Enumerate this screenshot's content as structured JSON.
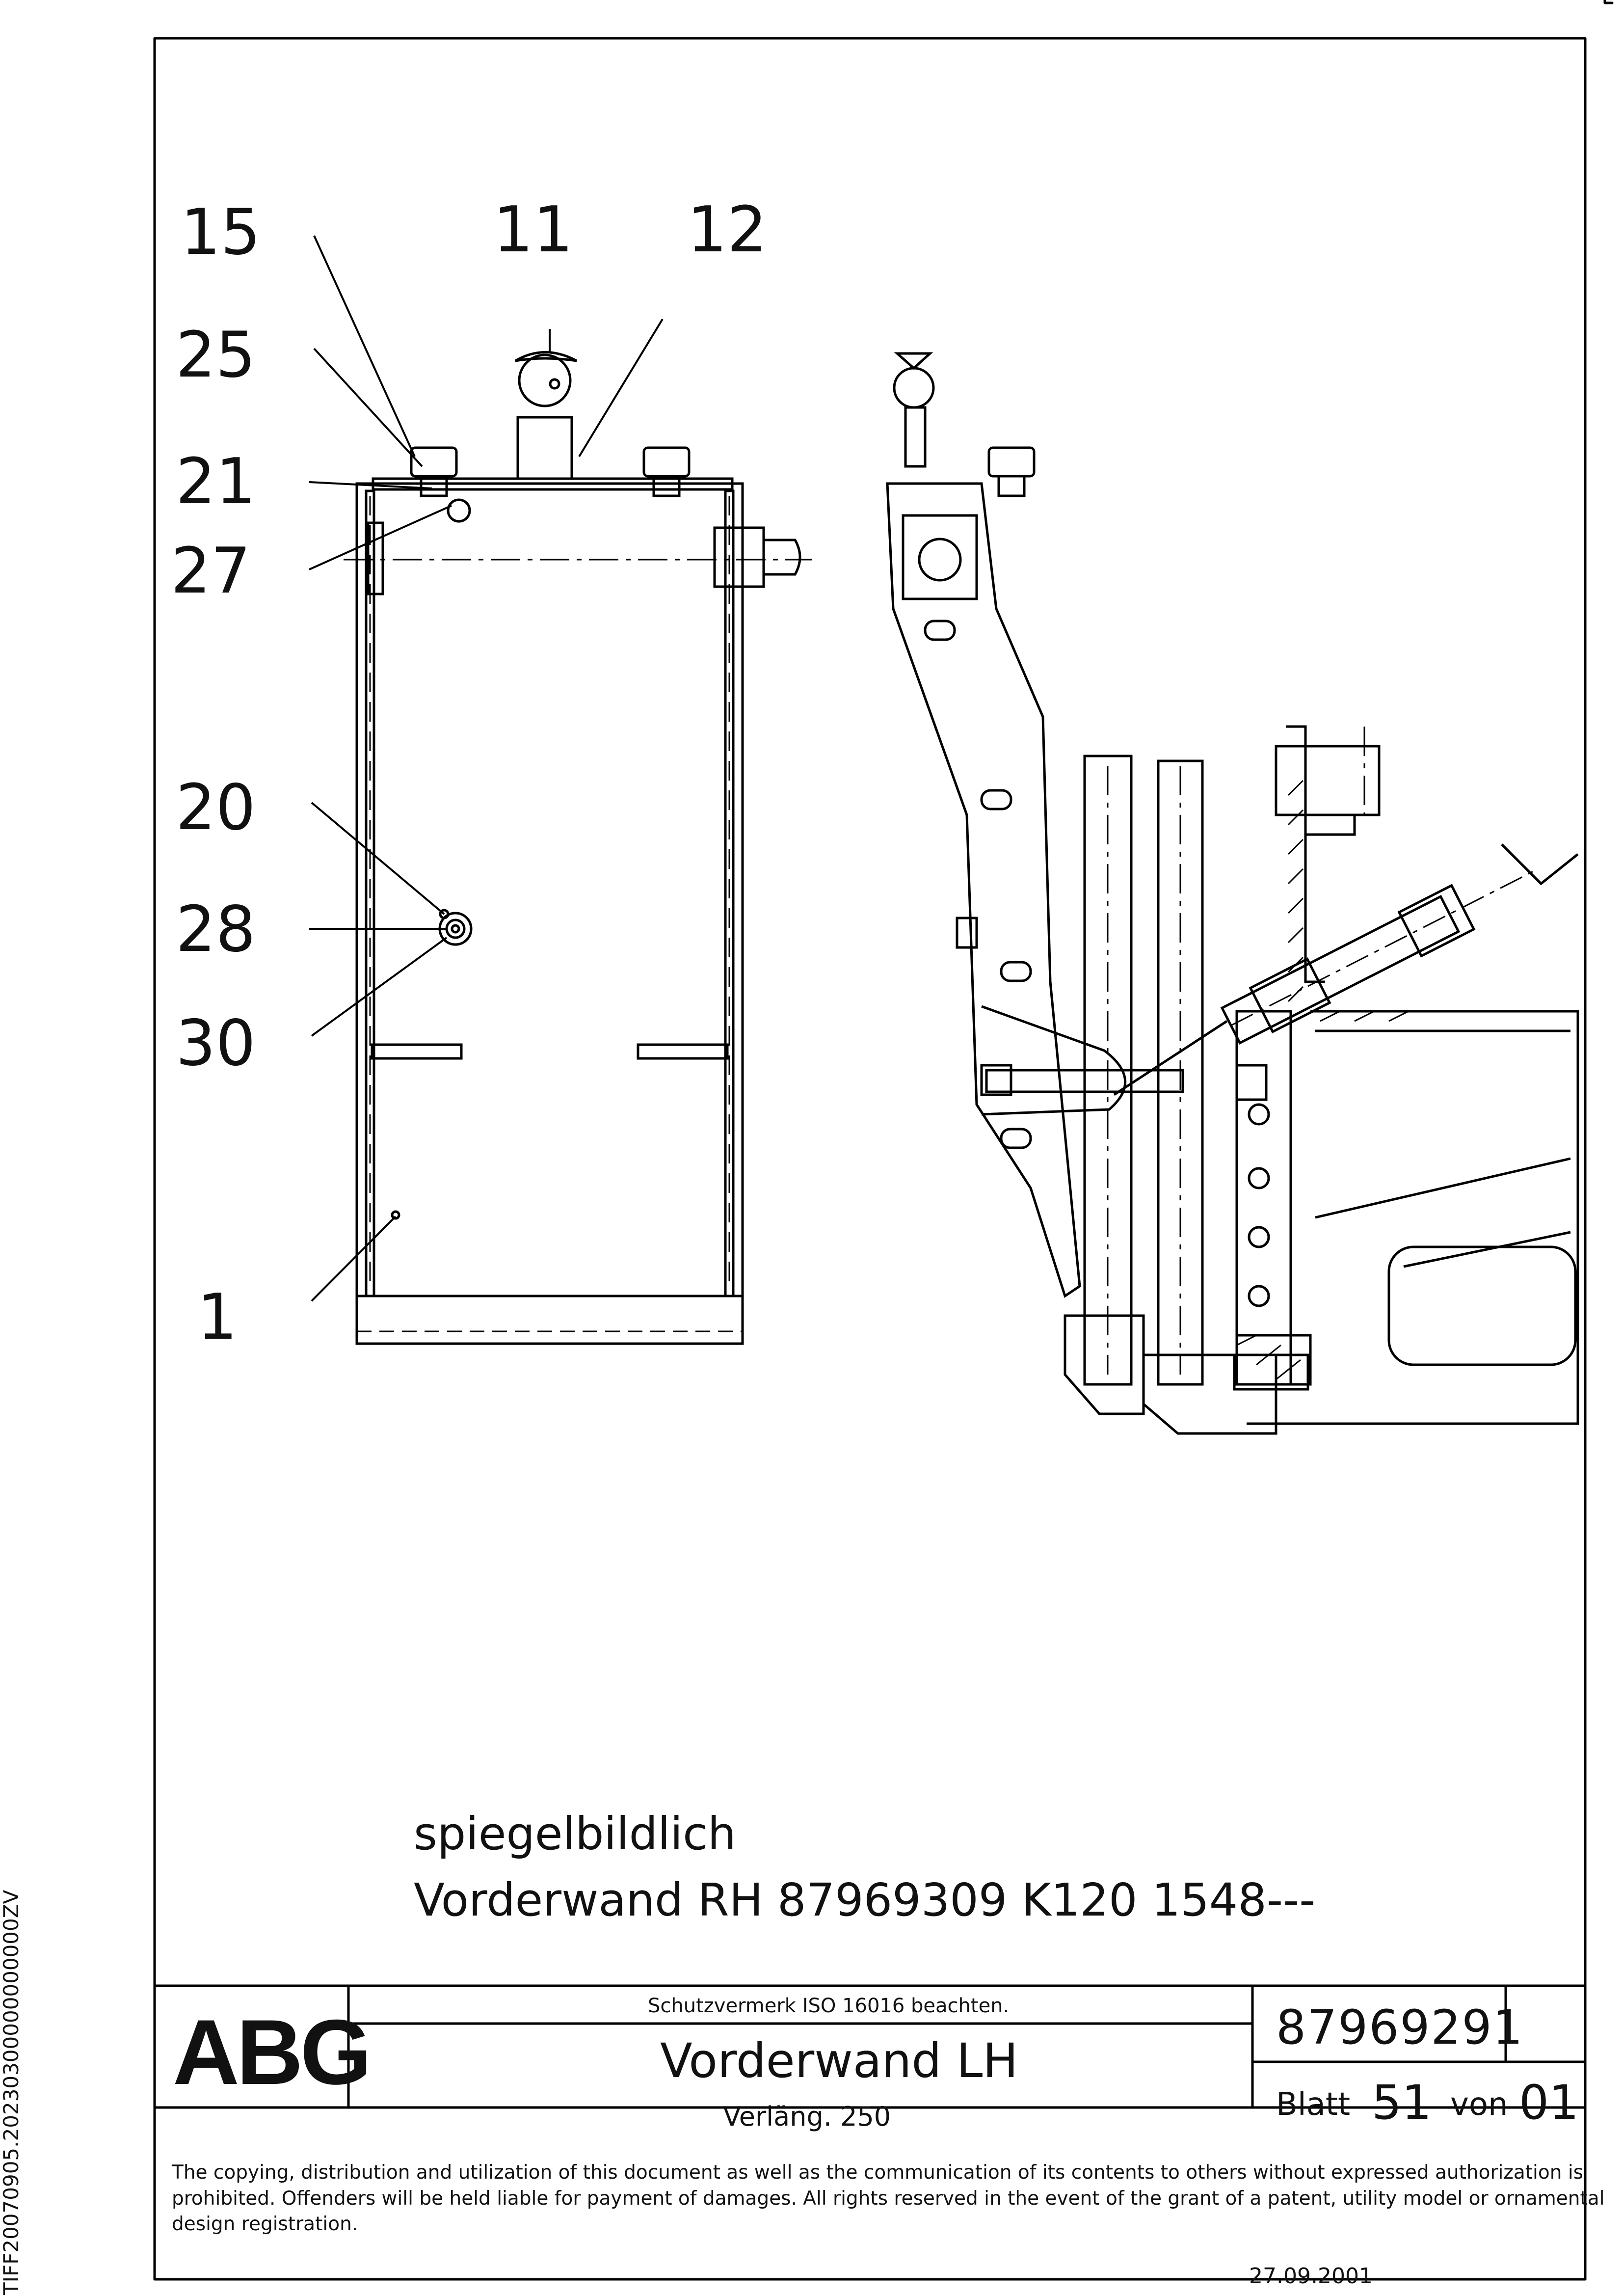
{
  "callouts": {
    "c15": "15",
    "c11": "11",
    "c12": "12",
    "c25": "25",
    "c21": "21",
    "c27": "27",
    "c20": "20",
    "c28": "28",
    "c30": "30",
    "c1": "1"
  },
  "notes": {
    "mirror": "spiegelbildlich",
    "reference": "Vorderwand RH 87969309 K120 1548---"
  },
  "title_block": {
    "logo": "ABG",
    "protection_note": "Schutzvermerk ISO 16016 beachten.",
    "title": "Vorderwand LH",
    "subtitle": "Verläng. 250",
    "document_number": "87969291",
    "sheet_label": "Blatt",
    "sheet_number": "51",
    "of_label": "von",
    "total_sheets": "01"
  },
  "disclaimer": "The copying, distribution and utilization of this document as well as the communication of its contents to others without expressed authorization is prohibited. Offenders will be held liable for payment of damages. All rights reserved in the event of the grant of a patent, utility model or ornamental design registration.",
  "date": "27.09.2001",
  "side_id": "TIFF20070905.20230300000000000ZV"
}
